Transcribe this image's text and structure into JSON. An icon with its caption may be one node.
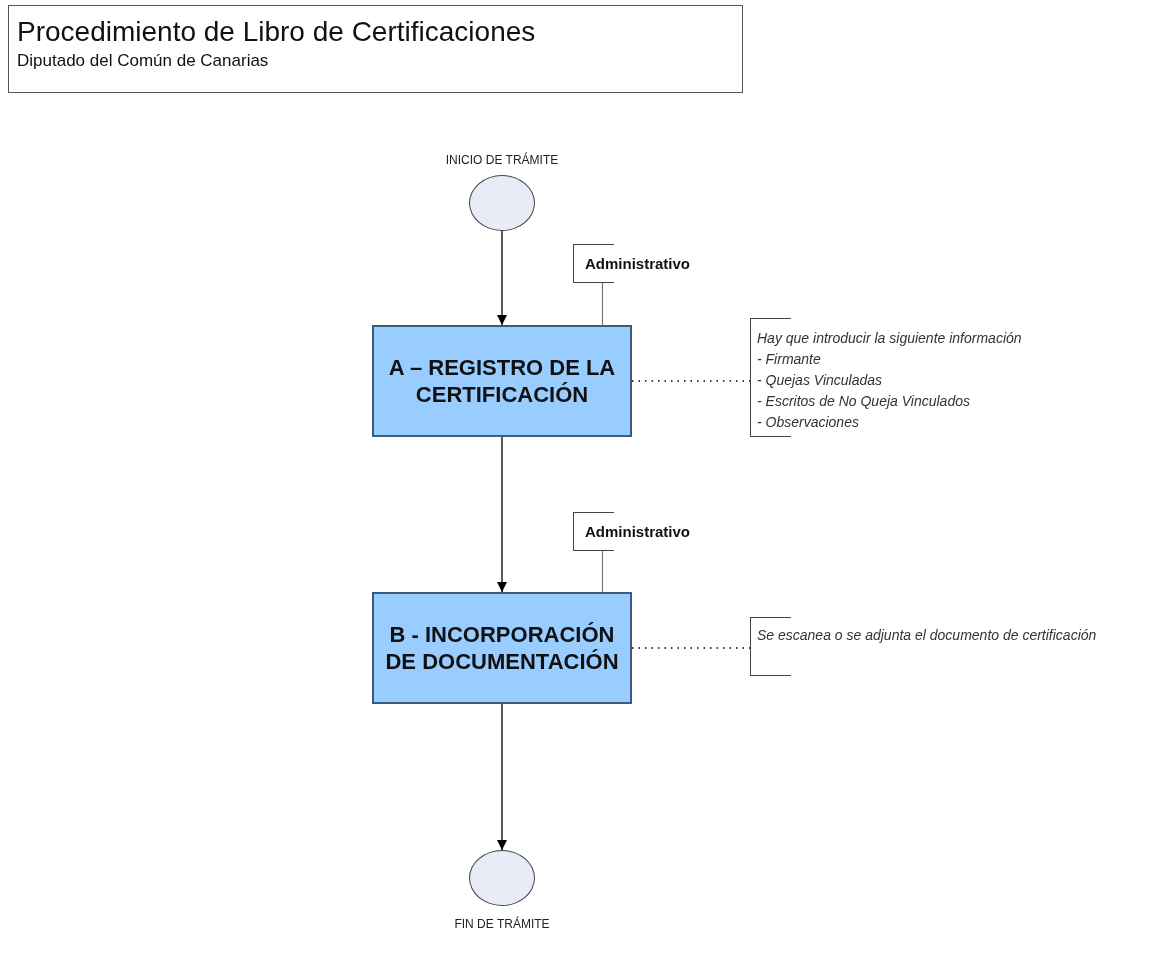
{
  "diagram": {
    "nodes": [
      {
        "text": [
          "Procedimiento de Libro de Certificaciones",
          "Diputado del Común de Canarias"
        ]
      },
      {
        "text": [
          "INICIO DE TRÁMITE"
        ]
      },
      {
        "text": [
          "Administrativo"
        ]
      },
      {
        "text": [
          "A – REGISTRO DE LA CERTIFICACIÓN"
        ]
      },
      {
        "text": [
          "Hay que introducir la siguiente información",
          "- Firmante",
          "- Quejas Vinculadas",
          "- Escritos de No Queja Vinculados",
          "- Observaciones"
        ]
      },
      {
        "text": [
          "Administrativo"
        ]
      },
      {
        "text": [
          "B - INCORPORACIÓN DE DOCUMENTACIÓN"
        ]
      },
      {
        "text": [
          "Se escanea o se adjunta el documento de certificación"
        ]
      },
      {
        "text": [
          "FIN DE TRÁMITE"
        ]
      }
    ],
    "edges": [
      {
        "from": 1,
        "to": 3,
        "arrow": "to"
      },
      {
        "from": 2,
        "to": 3,
        "arrow": "none",
        "color": "#777777"
      },
      {
        "from": 3,
        "to": 4,
        "arrow": "none",
        "style": "dashed"
      },
      {
        "from": 3,
        "to": 6,
        "arrow": "to"
      },
      {
        "from": 5,
        "to": 6,
        "arrow": "none",
        "color": "#777777"
      },
      {
        "from": 6,
        "to": 7,
        "arrow": "none",
        "style": "dashed"
      },
      {
        "from": 6,
        "to": 8,
        "arrow": "to"
      }
    ]
  }
}
